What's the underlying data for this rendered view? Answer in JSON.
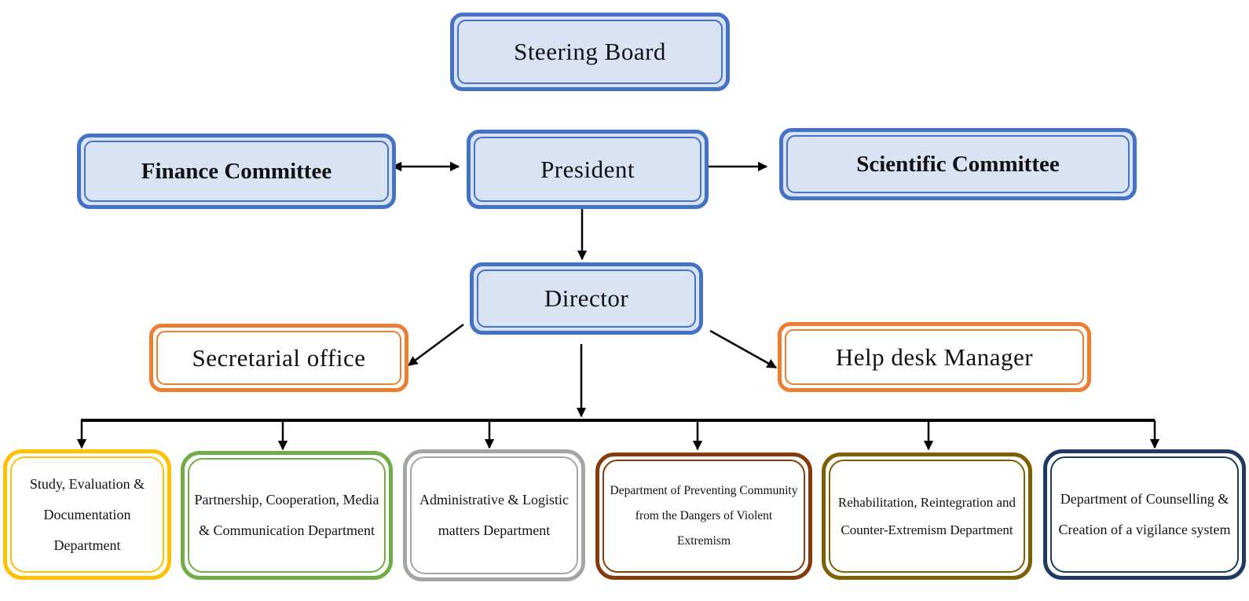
{
  "colors": {
    "blue_border": "#4472c4",
    "blue_fill": "#dae3f3",
    "orange_border": "#ed7d31",
    "connector": "#000000",
    "dept_colors": [
      "#ffc000",
      "#70ad47",
      "#a5a5a5",
      "#843c0c",
      "#7f6000",
      "#203864"
    ]
  },
  "nodes": {
    "steering_board": "Steering Board",
    "finance_committee": "Finance Committee",
    "president": "President",
    "scientific_committee": "Scientific Committee",
    "director": "Director",
    "secretarial_office": "Secretarial office",
    "help_desk_manager": "Help desk Manager"
  },
  "departments": [
    "Study, Evaluation & Documentation Department",
    "Partnership, Cooperation, Media & Communication Department",
    "Administrative & Logistic matters Department",
    "Department of Preventing Community from the Dangers of Violent Extremism",
    "Rehabilitation, Reintegration and Counter-Extremism Department",
    "Department of Counselling & Creation of a vigilance system"
  ]
}
